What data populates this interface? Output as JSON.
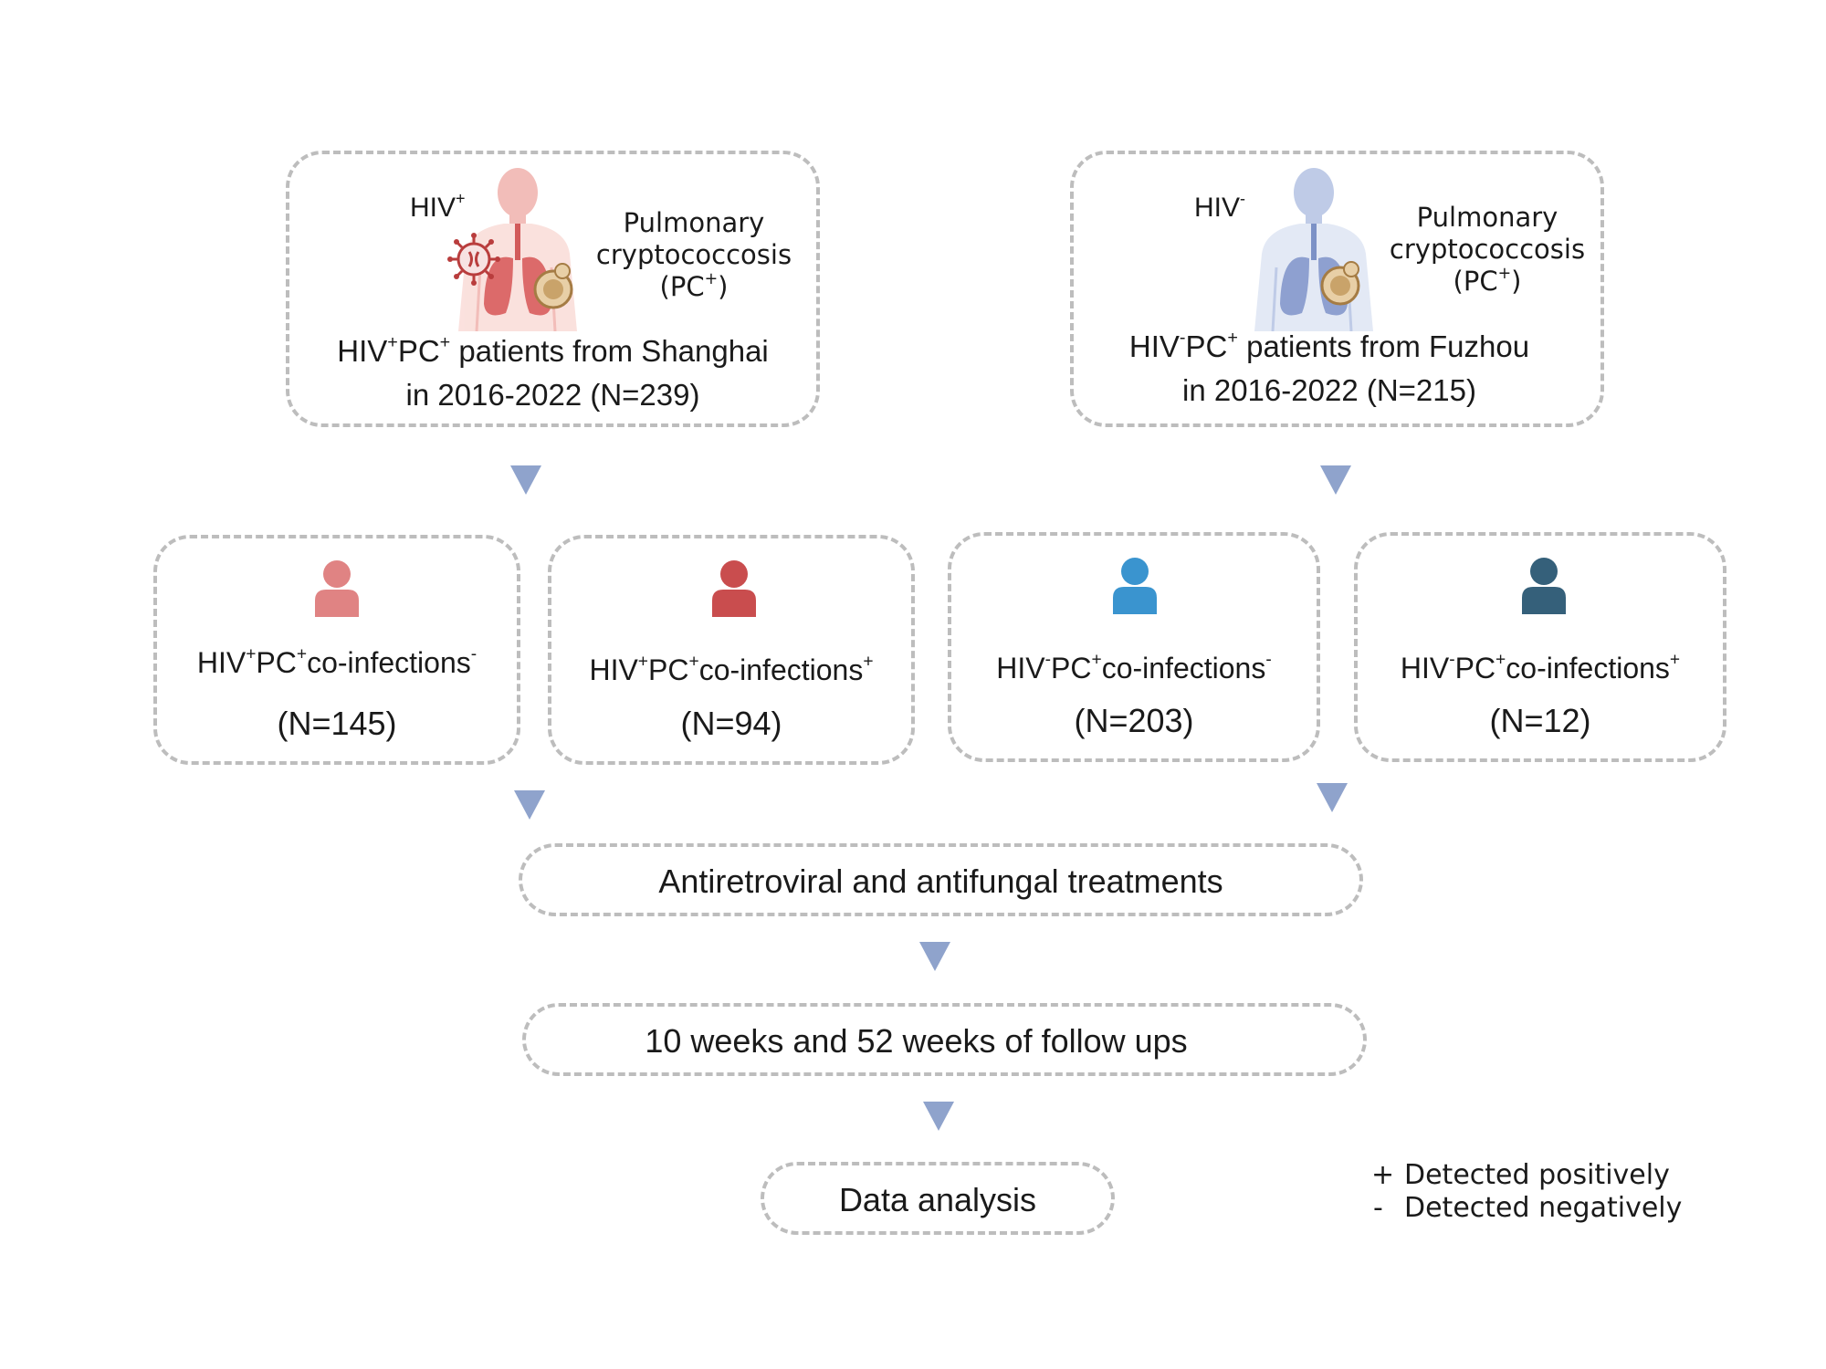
{
  "top": {
    "left": {
      "hiv_tag": "HIV",
      "hiv_sign": "+",
      "pc_line1": "Pulmonary",
      "pc_line2": "cryptococcosis",
      "pc_line3_a": "(PC",
      "pc_line3_sign": "+",
      "pc_line3_b": ")",
      "title_hiv": "HIV",
      "title_hiv_sign": "+",
      "title_pc": "PC",
      "title_pc_sign": "+",
      "title_rest": " patients from Shanghai",
      "line2": "in 2016-2022  (N=239)"
    },
    "right": {
      "hiv_tag": "HIV",
      "hiv_sign": "-",
      "pc_line1": "Pulmonary",
      "pc_line2": "cryptococcosis",
      "pc_line3_a": "(PC",
      "pc_line3_sign": "+",
      "pc_line3_b": ")",
      "title_hiv": "HIV",
      "title_hiv_sign": "-",
      "title_pc": "PC",
      "title_pc_sign": "+",
      "title_rest": " patients from Fuzhou",
      "line2": "in 2016-2022 (N=215)"
    }
  },
  "groups": [
    {
      "hiv": "HIV",
      "hiv_sign": "+",
      "pc": "PC",
      "pc_sign": "+",
      "co": "co-infections",
      "co_sign": "-",
      "n": "(N=145)",
      "icon_color": "#e08383"
    },
    {
      "hiv": "HIV",
      "hiv_sign": "+",
      "pc": "PC",
      "pc_sign": "+",
      "co": "co-infections",
      "co_sign": "+",
      "n": "(N=94)",
      "icon_color": "#c94d4e"
    },
    {
      "hiv": "HIV",
      "hiv_sign": "-",
      "pc": "PC",
      "pc_sign": "+",
      "co": "co-infections",
      "co_sign": "-",
      "n": "(N=203)",
      "icon_color": "#3a94cf"
    },
    {
      "hiv": "HIV",
      "hiv_sign": "-",
      "pc": "PC",
      "pc_sign": "+",
      "co": "co-infections",
      "co_sign": "+",
      "n": "(N=12)",
      "icon_color": "#35607a"
    }
  ],
  "steps": {
    "treatment": "Antiretroviral and antifungal treatments",
    "followup": "10 weeks and 52 weeks of follow ups",
    "analysis": "Data analysis"
  },
  "legend": {
    "plus_symbol": "+",
    "plus_text": "Detected positively",
    "minus_symbol": "-",
    "minus_text": "Detected negatively"
  },
  "colors": {
    "arrow": "#8fa3cc",
    "border": "#bdbdbd",
    "hiv_pos_figure": "#e58b8b",
    "hiv_neg_figure": "#97acd8",
    "virus": "#b93d3d",
    "fungus": "#c9a36a"
  }
}
